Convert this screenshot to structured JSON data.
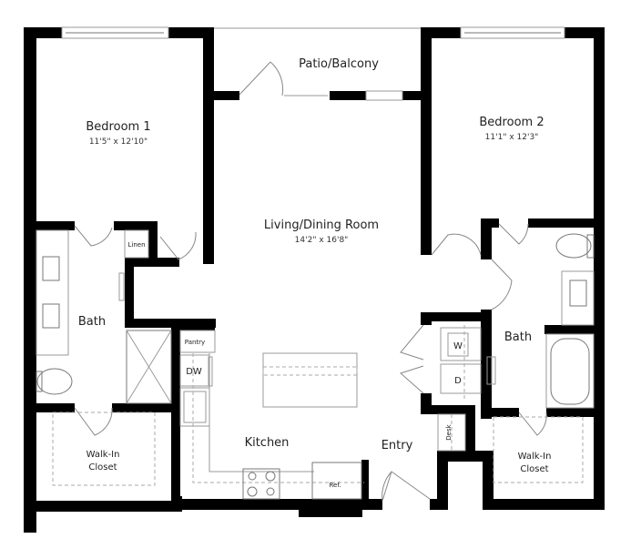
{
  "floorplan": {
    "rooms": {
      "bedroom1": {
        "label": "Bedroom 1",
        "dimensions": "11'5\" x 12'10\""
      },
      "bedroom2": {
        "label": "Bedroom 2",
        "dimensions": "11'1\" x 12'3\""
      },
      "living": {
        "label": "Living/Dining Room",
        "dimensions": "14'2\" x 16'8\""
      },
      "patio": {
        "label": "Patio/Balcony"
      },
      "bath1": {
        "label": "Bath"
      },
      "bath2": {
        "label": "Bath"
      },
      "kitchen": {
        "label": "Kitchen"
      },
      "entry": {
        "label": "Entry"
      },
      "closet1": {
        "line1": "Walk-In",
        "line2": "Closet"
      },
      "closet2": {
        "line1": "Walk-In",
        "line2": "Closet"
      }
    },
    "fixtures": {
      "linen": "Linen",
      "pantry": "Pantry",
      "dishwasher": "DW",
      "washer": "W",
      "dryer": "D",
      "desk": "Desk",
      "refrigerator": "Ref."
    },
    "colors": {
      "wall": "#000000",
      "line": "#9a9a9a",
      "background": "#ffffff"
    }
  }
}
